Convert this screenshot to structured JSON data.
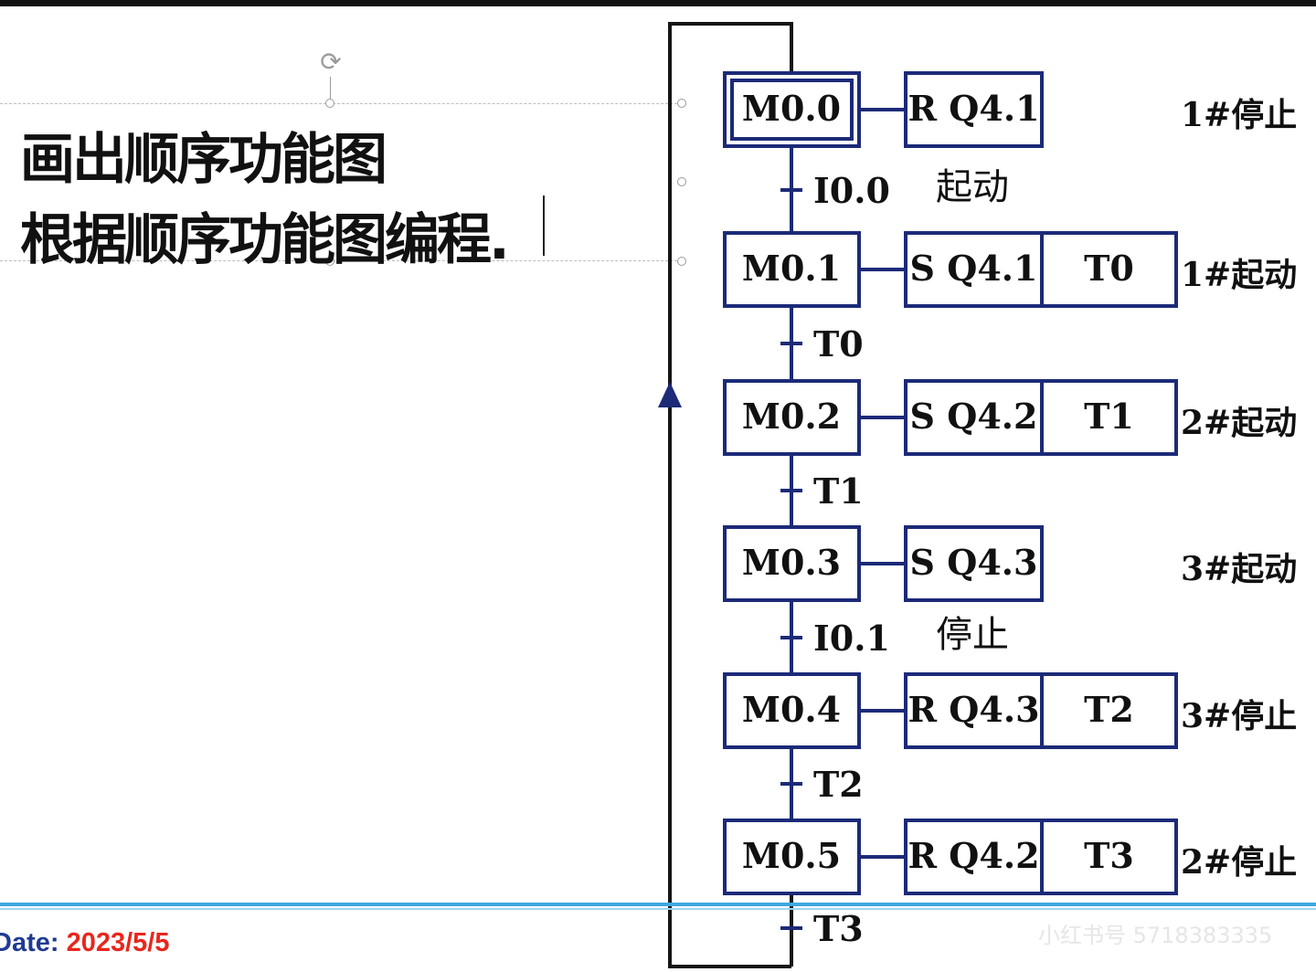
{
  "title": {
    "line1": "画出顺序功能图",
    "line2": "根据顺序功能图编程."
  },
  "footer": {
    "date_label": "Date:",
    "date_value": "2023/5/5",
    "watermark": "小红书号 5718383335"
  },
  "sfc": {
    "steps": [
      {
        "id": "M0.0",
        "action": "R Q4.1",
        "timer": "",
        "comment": "1#停止",
        "initial": true
      },
      {
        "id": "M0.1",
        "action": "S Q4.1",
        "timer": "T0",
        "comment": "1#起动",
        "initial": false
      },
      {
        "id": "M0.2",
        "action": "S Q4.2",
        "timer": "T1",
        "comment": "2#起动",
        "initial": false
      },
      {
        "id": "M0.3",
        "action": "S Q4.3",
        "timer": "",
        "comment": "3#起动",
        "initial": false
      },
      {
        "id": "M0.4",
        "action": "R Q4.3",
        "timer": "T2",
        "comment": "3#停止",
        "initial": false
      },
      {
        "id": "M0.5",
        "action": "R Q4.2",
        "timer": "T3",
        "comment": "2#停止",
        "initial": false
      }
    ],
    "transitions": [
      {
        "condition": "I0.0",
        "note": "起动"
      },
      {
        "condition": "T0",
        "note": ""
      },
      {
        "condition": "T1",
        "note": ""
      },
      {
        "condition": "I0.1",
        "note": "停止"
      },
      {
        "condition": "T2",
        "note": ""
      },
      {
        "condition": "T3",
        "note": ""
      }
    ]
  }
}
